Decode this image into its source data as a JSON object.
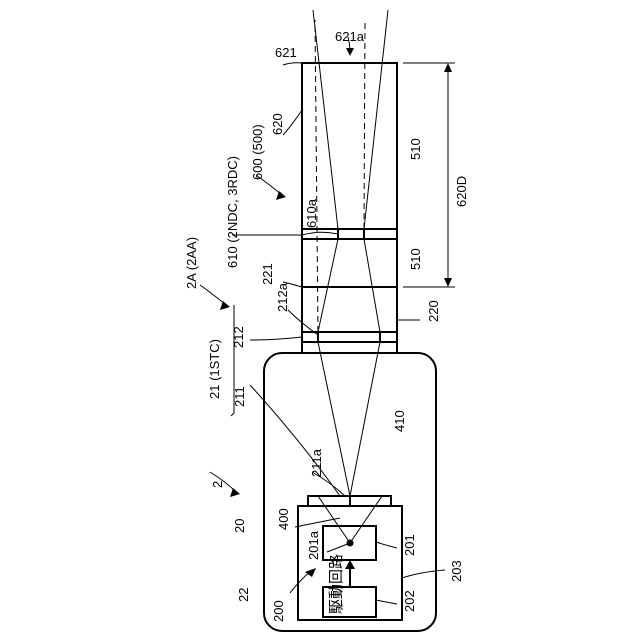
{
  "labels": {
    "l621": "621",
    "l621a": "621a",
    "l620": "620",
    "l600": "600 (500)",
    "l610": "610 (2NDC, 3RDC)",
    "l610a": "610a",
    "l510_top": "510",
    "l510_mid": "510",
    "l620D": "620D",
    "l2A": "2A (2AA)",
    "l221": "221",
    "l212a": "212a",
    "l220": "220",
    "l212": "212",
    "l21": "21 (1STC)",
    "l211": "211",
    "l410": "410",
    "l2": "2",
    "l211a": "211a",
    "l20": "20",
    "l400": "400",
    "l201a": "201a",
    "l201": "201",
    "l203": "203",
    "l22": "22",
    "l200": "200",
    "l202": "202",
    "driver": "駆動回路"
  }
}
